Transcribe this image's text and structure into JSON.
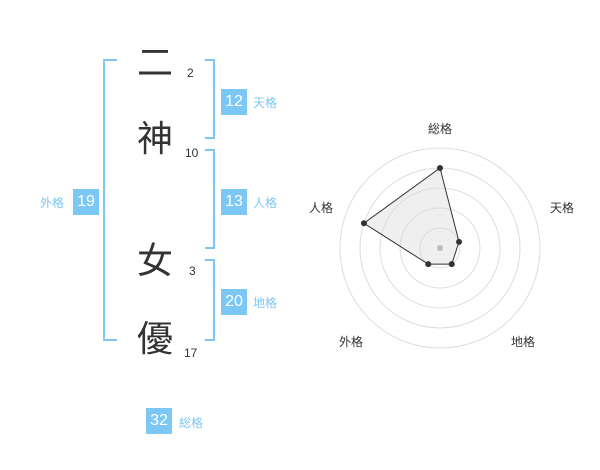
{
  "name_chars": [
    {
      "char": "二",
      "strokes": "2"
    },
    {
      "char": "神",
      "strokes": "10"
    },
    {
      "char": "女",
      "strokes": "3"
    },
    {
      "char": "優",
      "strokes": "17"
    }
  ],
  "kaku": {
    "tenkaku": {
      "value": "12",
      "label": "天格"
    },
    "jinkaku": {
      "value": "13",
      "label": "人格"
    },
    "chikaku": {
      "value": "20",
      "label": "地格"
    },
    "gaikaku": {
      "value": "19",
      "label": "外格"
    },
    "soukaku": {
      "value": "32",
      "label": "総格"
    }
  },
  "colors": {
    "accent": "#7cc7f3",
    "text": "#333333",
    "grid": "#dddddd",
    "fill": "#eeeeee"
  },
  "chart_data": {
    "type": "radar",
    "axes": [
      "総格",
      "天格",
      "地格",
      "外格",
      "人格"
    ],
    "values": [
      4,
      1,
      1,
      1,
      4
    ],
    "max": 5,
    "rings": 5
  }
}
